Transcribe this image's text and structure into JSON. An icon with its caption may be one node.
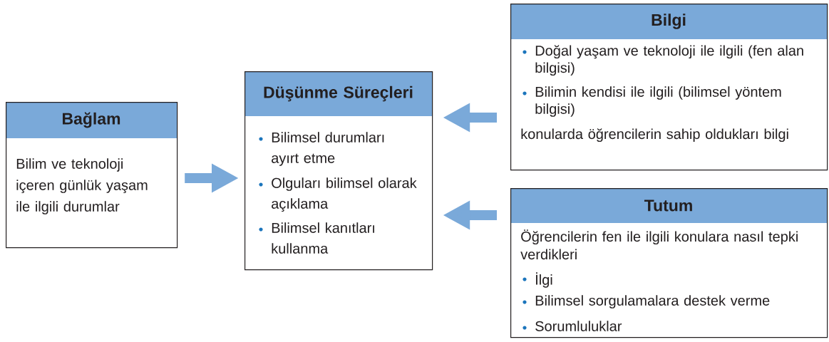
{
  "diagram": {
    "nodes": [
      {
        "text": [
          "Bağlam",
          "Bilim ve teknoloji içeren günlük yaşam ile ilgili durumlar"
        ]
      },
      {
        "text": [
          "Düşünme Süreçleri",
          "Bilimsel durumları ayırt etme",
          "Olguları bilimsel olarak açıklama",
          "Bilimsel kanıtları kullanma"
        ]
      },
      {
        "text": [
          "Bilgi",
          "Doğal yaşam ve teknoloji ile ilgili (fen alan bilgisi)",
          "Bilimin kendisi ile ilgili (bilimsel yöntem bilgisi)",
          "konularda öğrencilerin sahip oldukları bilgi"
        ]
      },
      {
        "text": [
          "Tutum",
          "Öğrencilerin fen ile ilgili konulara nasıl tepki verdikleri",
          "İlgi",
          "Bilimsel sorgulamalara destek verme",
          "Sorumluluklar"
        ]
      }
    ],
    "edges": [
      {
        "from": 0,
        "to": 1,
        "arrow": "to"
      },
      {
        "from": 2,
        "to": 1,
        "arrow": "to"
      },
      {
        "from": 3,
        "to": 1,
        "arrow": "to"
      }
    ]
  }
}
